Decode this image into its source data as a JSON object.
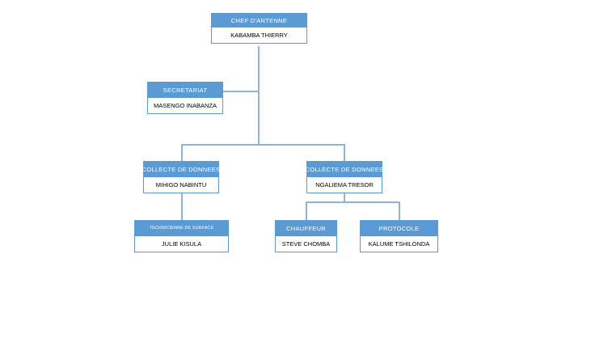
{
  "chart_data": {
    "type": "diagram",
    "diagram_type": "organizational-chart",
    "title": "",
    "colors": {
      "header_fill": "#5B9BD5",
      "box_border": "#5B9BD5",
      "name_fill": "#FFFFFF",
      "connector": "#8FB4DC",
      "background": "#FFFFFF",
      "header_text": "#FFFFFF",
      "name_text": "#000000"
    },
    "nodes": [
      {
        "id": "chef",
        "title": "CHEF D'ANTENNE",
        "name": "KABAMBA THIERRY",
        "parent": null,
        "level": 0
      },
      {
        "id": "secretariat",
        "title": "SECRETARIAT",
        "name": "MASENGO INABANZA",
        "parent": "chef",
        "level": 1
      },
      {
        "id": "collecte1",
        "title": "COLLECTE  DE DONNEES",
        "name": "MIHIGO NABINTU",
        "parent": "chef",
        "level": 2
      },
      {
        "id": "collecte2",
        "title": "COLLECTE  DE DONNEES",
        "name": "NGALIEMA TRESOR",
        "parent": "chef",
        "level": 2
      },
      {
        "id": "technicienne",
        "title": "TECHNICIENNE DE SURFACE",
        "name": "JULIE KISULA",
        "parent": "collecte1",
        "level": 3
      },
      {
        "id": "chauffeur",
        "title": "CHAUFFEUR",
        "name": "STEVE  CHOMBA",
        "parent": "collecte2",
        "level": 3
      },
      {
        "id": "protocole",
        "title": "PROTOCOLE",
        "name": "KALUME TSHILONDA",
        "parent": "collecte2",
        "level": 3
      }
    ]
  }
}
